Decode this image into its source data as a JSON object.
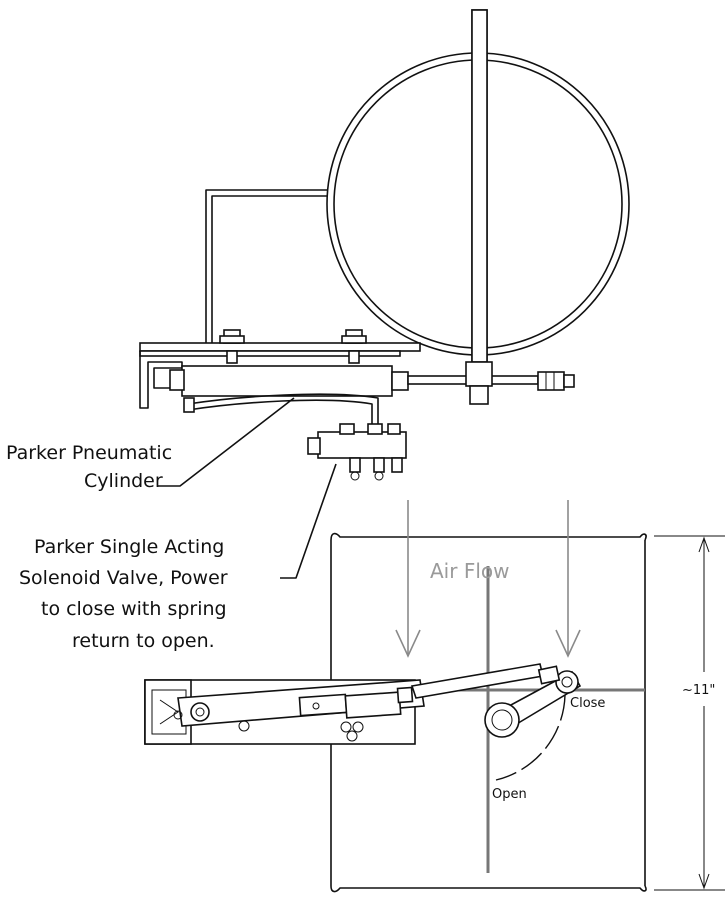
{
  "labels": {
    "cylinder": [
      "Parker  Pneumatic",
      "Cylinder"
    ],
    "valve": [
      "Parker Single Acting",
      "Solenoid Valve, Power",
      "to close with spring",
      "return to open."
    ],
    "air_flow": "Air Flow",
    "close": "Close",
    "open": "Open",
    "dimension": "~11\""
  },
  "colors": {
    "line": "#111111",
    "flow_arrows": "#8a8a8a",
    "damper_axis": "#777777"
  }
}
